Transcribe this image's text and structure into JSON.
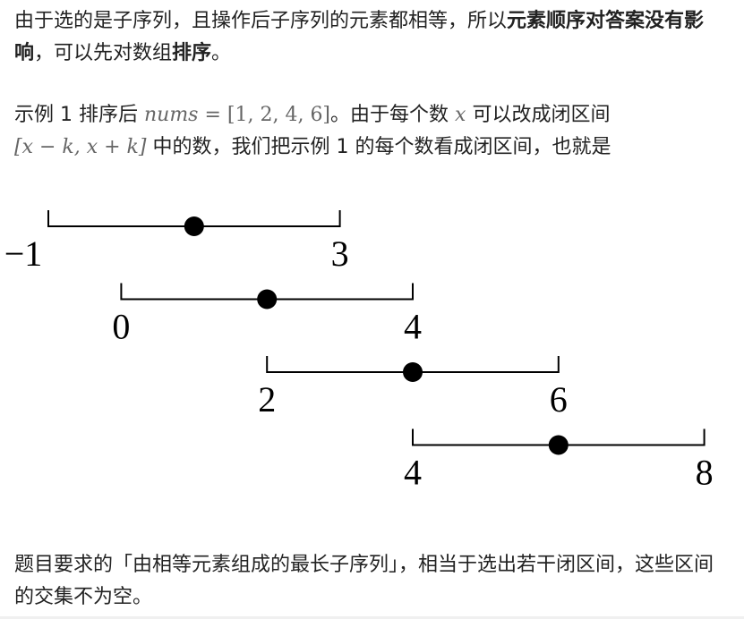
{
  "para1": {
    "text_a": "由于选的是子序列，且操作后子序列的元素都相等，所以",
    "bold_a": "元素顺序对答案没有影响",
    "text_b": "，可以先对数组",
    "bold_b": "排序",
    "text_c": "。"
  },
  "para2": {
    "t1": "示例 1 排序后 ",
    "m_nums": "nums",
    "m_eq": " = [1, 2, 4, 6]",
    "t2": "。由于每个数 ",
    "m_x": "x",
    "t3": " 可以改成闭区间",
    "m_interval": "[x − k, x + k]",
    "t4": " 中的数，我们把示例 1 的每个数看成闭区间，也就是"
  },
  "chart_data": {
    "type": "interval",
    "intervals": [
      {
        "point": 1,
        "low": -1,
        "high": 3,
        "low_label": "−1",
        "high_label": "3"
      },
      {
        "point": 2,
        "low": 0,
        "high": 4,
        "low_label": "0",
        "high_label": "4"
      },
      {
        "point": 4,
        "low": 2,
        "high": 6,
        "low_label": "2",
        "high_label": "6"
      },
      {
        "point": 6,
        "low": 4,
        "high": 8,
        "low_label": "4",
        "high_label": "8"
      }
    ]
  },
  "para3": {
    "text": "题目要求的「由相等元素组成的最长子序列」，相当于选出若干闭区间，这些区间的交集不为空。"
  }
}
